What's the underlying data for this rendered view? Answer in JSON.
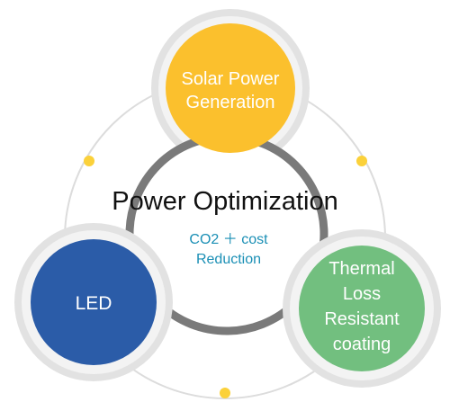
{
  "center": {
    "title": "Power Optimization",
    "subtitle_line1": "CO2 ＋ cost",
    "subtitle_line2": "Reduction"
  },
  "nodes": {
    "solar": {
      "line1": "Solar Power",
      "line2": "Generation",
      "color": "#fbc02d"
    },
    "led": {
      "line1": "LED",
      "color": "#2b5ca8"
    },
    "thermal": {
      "line1": "Thermal",
      "line2": "Loss",
      "line3": "Resistant",
      "line4": "coating",
      "color": "#72bf7f"
    }
  },
  "colors": {
    "dot": "#fbd13a",
    "center_ring": "#7a7a7a",
    "halo": "#e2e2e2",
    "orbit": "#dcdcdc",
    "subtitle": "#1a8fb5"
  }
}
